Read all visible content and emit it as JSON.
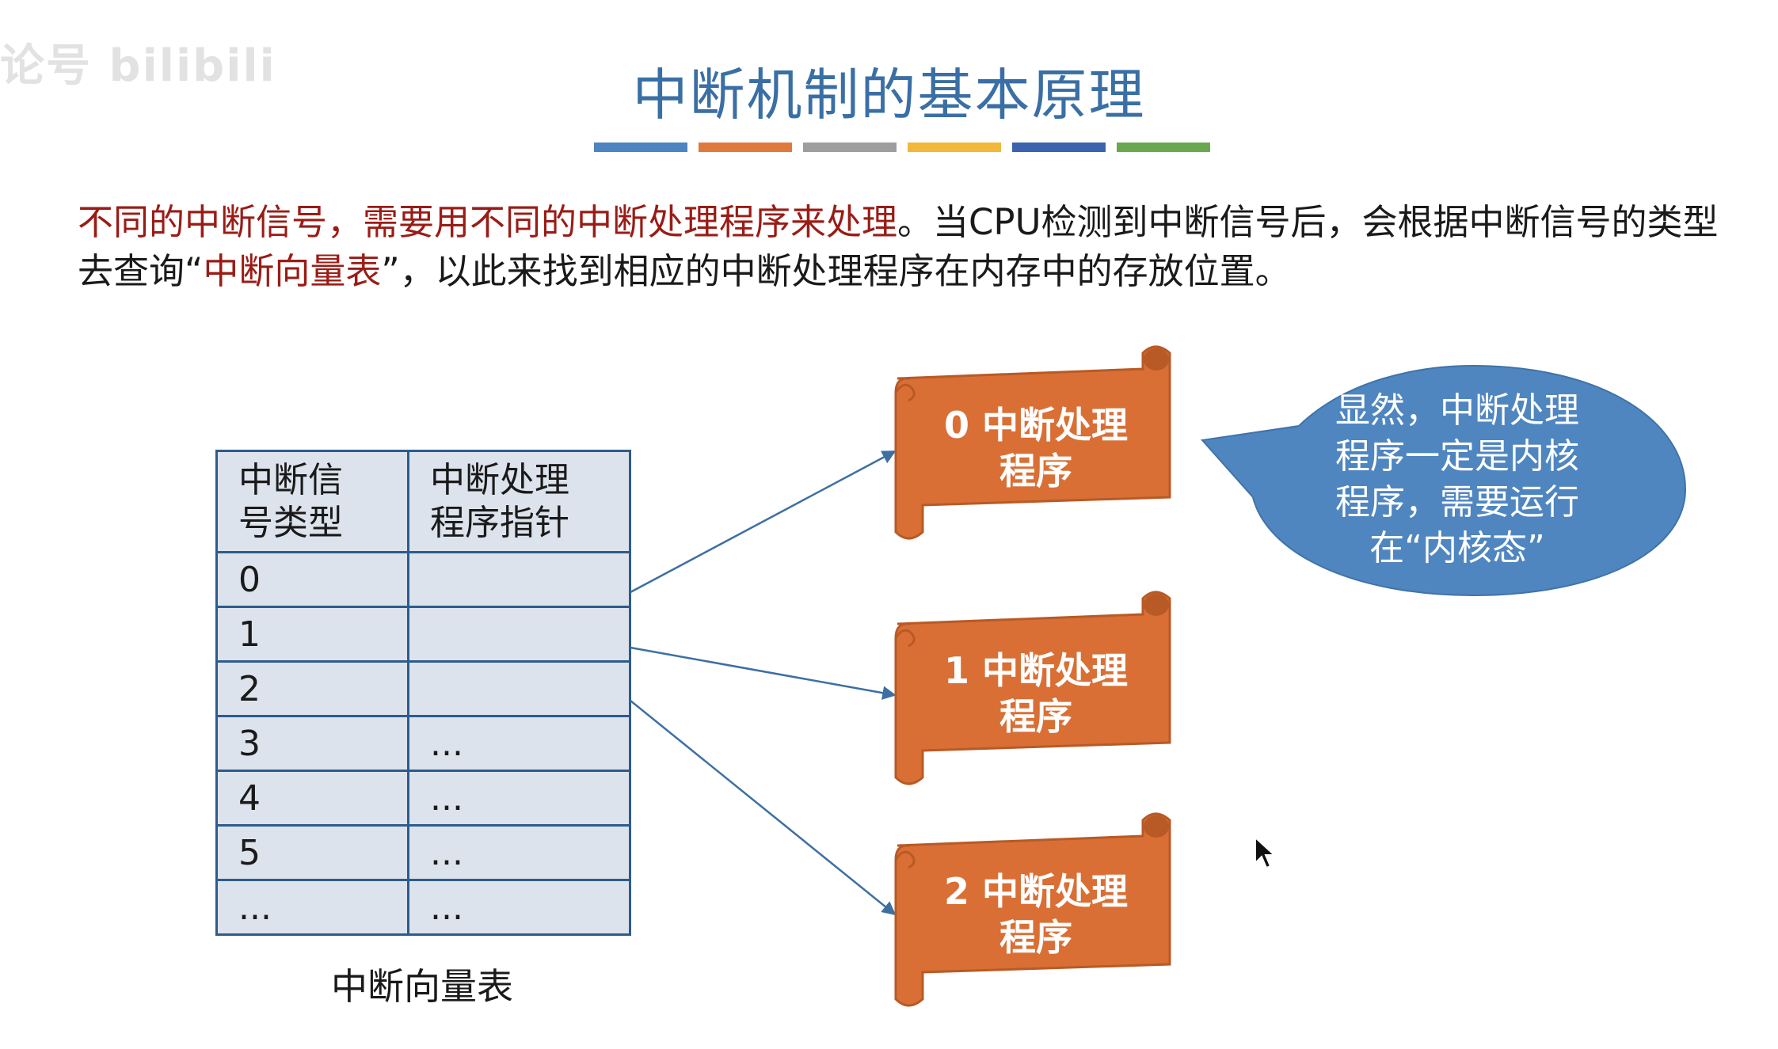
{
  "watermark": "论号 bilibili",
  "title": "中断机制的基本原理",
  "title_bar_colors": [
    "#4d84c1",
    "#e07a3c",
    "#9e9e9e",
    "#f2b83a",
    "#3b63ae",
    "#6aa84f"
  ],
  "intro": {
    "part1": "不同的中断信号，需要用不同的中断处理程序来处理",
    "part2": "。当CPU检测到中断信号后，会根据中断信号的类型去查询“",
    "part3": "中断向量表",
    "part4": "”，以此来找到相应的中断处理程序在内存中的存放位置。"
  },
  "vector_table": {
    "headers": [
      "中断信\n号类型",
      "中断处理\n程序指针"
    ],
    "rows": [
      [
        "0",
        ""
      ],
      [
        "1",
        ""
      ],
      [
        "2",
        ""
      ],
      [
        "3",
        "..."
      ],
      [
        "4",
        "..."
      ],
      [
        "5",
        "..."
      ],
      [
        "...",
        "..."
      ]
    ],
    "caption": "中断向量表"
  },
  "handlers": [
    {
      "label_line1": "0 中断处理",
      "label_line2": "程序"
    },
    {
      "label_line1": "1 中断处理",
      "label_line2": "程序"
    },
    {
      "label_line1": "2 中断处理",
      "label_line2": "程序"
    }
  ],
  "callout": {
    "lines": [
      "显然，中断处理",
      "程序一定是内核",
      "程序，需要运行",
      "在“内核态”"
    ]
  },
  "colors": {
    "title": "#3a6fa5",
    "highlight_text": "#9a1c16",
    "scroll_fill": "#d96f35",
    "scroll_border": "#b85a26",
    "bubble_fill": "#4f86c0",
    "arrow": "#3d6fa3",
    "table_border": "#2d5b8e",
    "table_fill": "#dde3ec"
  },
  "icons": [
    "mouse-pointer-icon"
  ]
}
